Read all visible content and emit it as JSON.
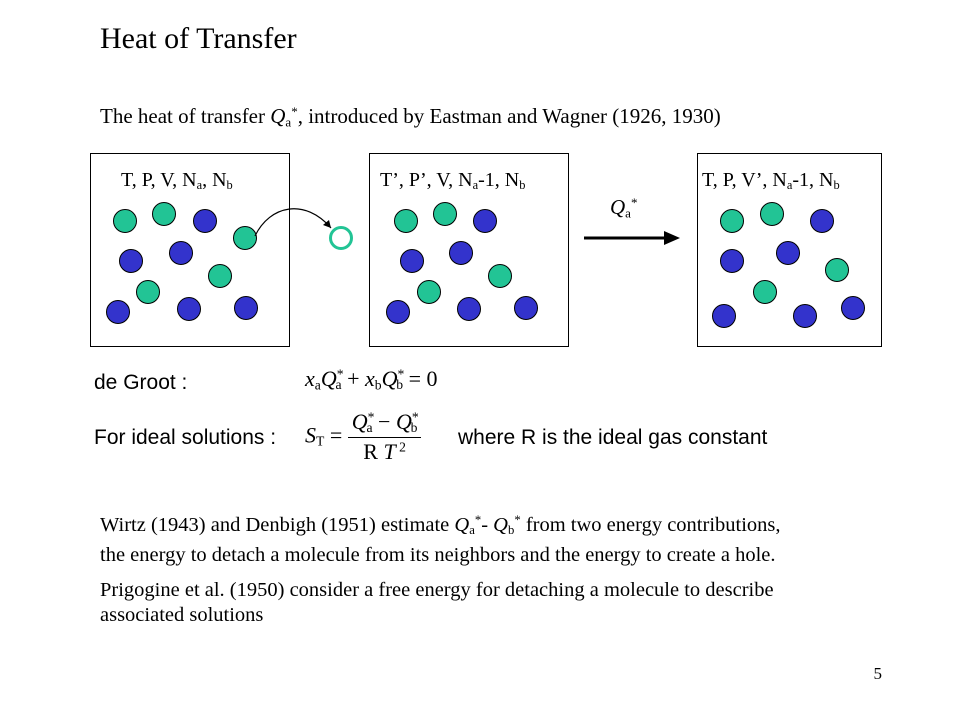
{
  "title": "Heat of Transfer",
  "intro": {
    "before": "The heat of transfer ",
    "symbol": "Q",
    "sub": "a",
    "sup": "*",
    "after": ", introduced by Eastman and Wagner (1926, 1930)"
  },
  "boxes": [
    {
      "label_parts": [
        "T, P, V, N",
        "a",
        ", N",
        "b"
      ]
    },
    {
      "label_parts": [
        "T’, P’, V, N",
        "a",
        "-1, N",
        "b"
      ]
    },
    {
      "label_parts": [
        "T, P, V’, N",
        "a",
        "-1, N",
        "b"
      ]
    }
  ],
  "arrow_label": {
    "symbol": "Q",
    "sub": "a",
    "sup": "*"
  },
  "equations": {
    "degroot_label": "de Groot :",
    "degroot_eq": "= 0",
    "ideal_label": "For ideal solutions :",
    "ideal_note": "where R is the ideal gas constant"
  },
  "paragraphs": {
    "p1_a": "Wirtz (1943) and Denbigh (1951)  estimate ",
    "p1_q": "Q",
    "p1_qa_sub": "a",
    "p1_qa_sup": "*",
    "p1_dash": "- ",
    "p1_qb_sub": "b",
    "p1_qb_sup": "*",
    "p1_b": " from two energy contributions,",
    "p1_line2": "the energy to detach a molecule from its neighbors and the energy to create a hole.",
    "p2_line1": "Prigogine et al. (1950) consider a free energy for detaching a molecule to describe",
    "p2_line2": "associated solutions"
  },
  "page_number": "5",
  "colors": {
    "green_molecule": "#22c495",
    "blue_molecule": "#3333cc",
    "hole_outline": "#22c495"
  }
}
